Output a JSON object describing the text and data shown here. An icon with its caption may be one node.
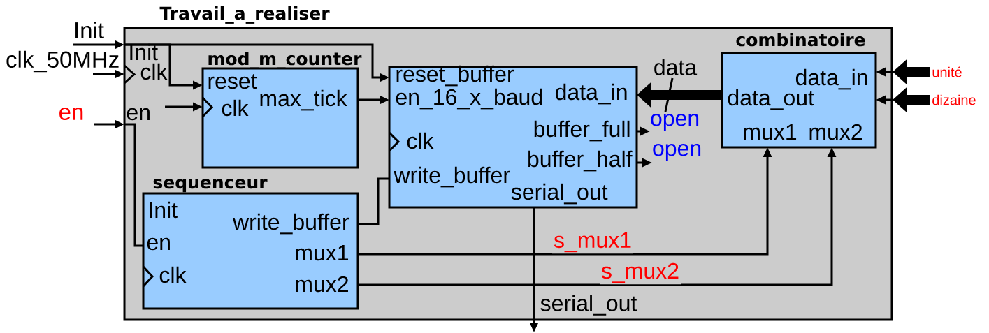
{
  "diagram": {
    "nodes": [
      {
        "text": [
          "Travail_a_realiser",
          "Init",
          "clk",
          "en"
        ]
      },
      {
        "text": [
          "mod_m_counter",
          "reset",
          "clk",
          "max_tick"
        ],
        "in": 0
      },
      {
        "text": [
          "reset_buffer",
          "en_16_x_baud",
          "data_in",
          "clk",
          "buffer_full",
          "buffer_half",
          "write_buffer",
          "serial_out"
        ],
        "in": 0
      },
      {
        "text": [
          "combinatoire",
          "data_in",
          "data_out",
          "mux1",
          "mux2"
        ],
        "in": 0
      },
      {
        "text": [
          "sequenceur",
          "Init",
          "en",
          "clk",
          "write_buffer",
          "mux1",
          "mux2"
        ],
        "in": 0
      },
      {
        "text": [
          "Init"
        ]
      },
      {
        "text": [
          "clk_50MHz"
        ]
      },
      {
        "text": [
          "en"
        ]
      },
      {
        "text": [
          "unité"
        ]
      },
      {
        "text": [
          "dizaine"
        ]
      },
      {
        "text": [
          "open"
        ],
        "in": 0
      },
      {
        "text": [
          "open"
        ],
        "in": 0
      }
    ],
    "edges": [
      {
        "from": 5,
        "to": 0,
        "arrow": "to"
      },
      {
        "from": 6,
        "to": 0,
        "arrow": "to"
      },
      {
        "from": 7,
        "to": 0,
        "arrow": "to"
      },
      {
        "from": 0,
        "to": 1,
        "arrow": "to"
      },
      {
        "from": 0,
        "to": 2,
        "arrow": "to"
      },
      {
        "from": null,
        "to": 1,
        "arrow": "to"
      },
      {
        "from": 0,
        "to": 4,
        "arrow": "none"
      },
      {
        "from": 1,
        "to": 2,
        "arrow": "to"
      },
      {
        "from": 4,
        "to": 2,
        "arrow": "none"
      },
      {
        "from": 2,
        "to": 10,
        "arrow": "to"
      },
      {
        "from": 2,
        "to": 11,
        "arrow": "to"
      },
      {
        "from": 2,
        "to": null,
        "arrow": "to",
        "label": "serial_out"
      },
      {
        "from": 3,
        "to": 2,
        "arrow": "to",
        "style": "thick",
        "label": "data"
      },
      {
        "from": 4,
        "to": 3,
        "arrow": "to",
        "label": "s_mux1"
      },
      {
        "from": 4,
        "to": 3,
        "arrow": "to",
        "label": "s_mux2"
      },
      {
        "from": 8,
        "to": 0,
        "arrow": "to",
        "style": "thick"
      },
      {
        "from": null,
        "to": 3,
        "arrow": "to"
      },
      {
        "from": 9,
        "to": 0,
        "arrow": "to",
        "style": "thick"
      },
      {
        "from": null,
        "to": 3,
        "arrow": "to"
      }
    ]
  }
}
